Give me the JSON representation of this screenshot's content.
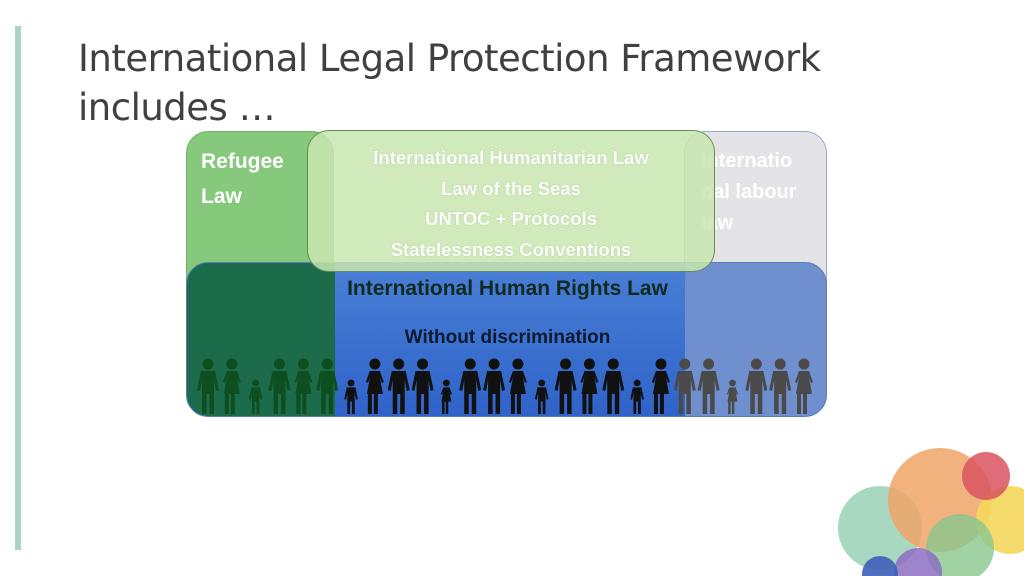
{
  "slide": {
    "title_lines": [
      "International Legal Protection Framework",
      "includes …"
    ]
  },
  "diagram": {
    "refugee_law": {
      "lines": [
        "Refugee",
        "Law"
      ]
    },
    "humanitarian_box": {
      "lines": [
        "International Humanitarian Law",
        "Law of the Seas",
        "UNTOC + Protocols",
        "Statelessness Conventions"
      ]
    },
    "labour_law": {
      "lines": [
        "Internatio",
        "nal labour",
        "law"
      ]
    },
    "human_rights": {
      "title": "International Human Rights Law",
      "subtitle": "Without discrimination"
    },
    "people_icons": {
      "icon": "person-silhouette-icon",
      "count": 26
    }
  },
  "colors": {
    "accent_bar": "#a8d5c6",
    "refugee": "#86c97d",
    "humanitarian": "#c8e6af",
    "human_rights": "#3a6fd0",
    "labour": "#e4e4e8"
  }
}
